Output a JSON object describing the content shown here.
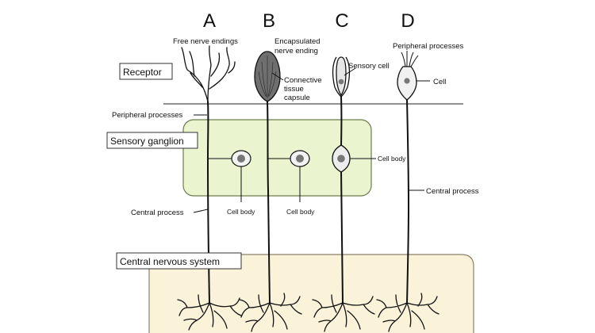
{
  "panels": {
    "a": "A",
    "b": "B",
    "c": "C",
    "d": "D"
  },
  "regions": {
    "receptor": "Receptor",
    "sensory_ganglion": "Sensory ganglion",
    "cns": "Central nervous system"
  },
  "labels": {
    "free_nerve_endings": "Free nerve endings",
    "encapsulated_line1": "Encapsulated",
    "encapsulated_line2": "nerve ending",
    "connective_line1": "Connective",
    "connective_line2": "tissue",
    "connective_line3": "capsule",
    "sensory_cell": "Sensory cell",
    "peripheral_processes_top": "Peripheral processes",
    "cell": "Cell",
    "peripheral_processes_left": "Peripheral processes",
    "central_process_left": "Central process",
    "cell_body_a": "Cell body",
    "cell_body_b": "Cell body",
    "cell_body_c": "Cell body",
    "central_process_right": "Central process"
  },
  "colors": {
    "ganglion_fill": "#eaf4cf",
    "ganglion_stroke": "#6d7a4e",
    "cns_fill": "#faf3d9",
    "cns_stroke": "#8a8266",
    "capsule_fill": "#6f6f6f",
    "nucleus_fill": "#777777"
  }
}
